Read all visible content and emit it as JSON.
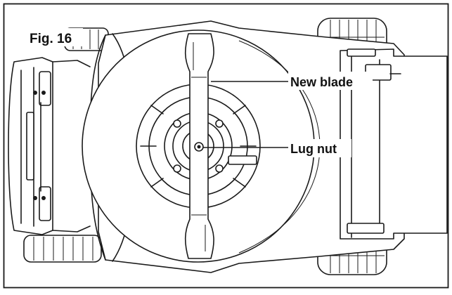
{
  "figure": {
    "label": "Fig. 16"
  },
  "callouts": {
    "new_blade": "New blade",
    "lug_nut": "Lug nut"
  }
}
